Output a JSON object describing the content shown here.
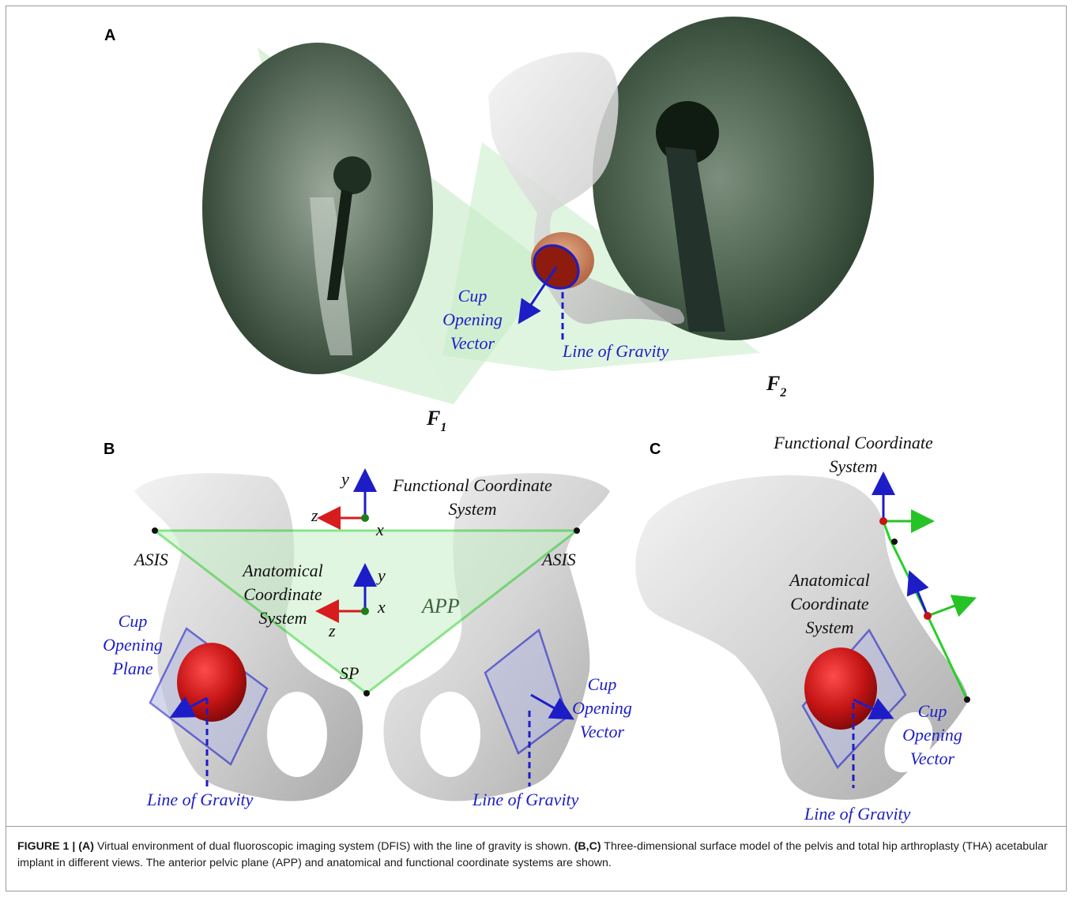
{
  "panels": {
    "a": {
      "letter": "A",
      "cup_vector_label": [
        "Cup",
        "Opening",
        "Vector"
      ],
      "gravity_label": "Line of Gravity",
      "f1_label": "F",
      "f1_sub": "1",
      "f2_label": "F",
      "f2_sub": "2"
    },
    "b": {
      "letter": "B",
      "functional_label": [
        "Functional Coordinate",
        "System"
      ],
      "anatomical_label": [
        "Anatomical",
        "Coordinate",
        "System"
      ],
      "asis_left": "ASIS",
      "asis_right": "ASIS",
      "app_label": "APP",
      "sp_label": "SP",
      "cup_plane_label": [
        "Cup",
        "Opening",
        "Plane"
      ],
      "cup_vector_label": [
        "Cup",
        "Opening",
        "Vector"
      ],
      "gravity_left": "Line of Gravity",
      "gravity_right": "Line of Gravity",
      "axis_y": "y",
      "axis_z": "z",
      "axis_x": "x"
    },
    "c": {
      "letter": "C",
      "functional_label": [
        "Functional Coordinate",
        "System"
      ],
      "anatomical_label": [
        "Anatomical",
        "Coordinate",
        "System"
      ],
      "cup_vector_label": [
        "Cup",
        "Opening",
        "Vector"
      ],
      "gravity_label": "Line of Gravity"
    }
  },
  "caption": {
    "figure_label": "FIGURE 1 |",
    "a_tag": "(A)",
    "a_text": " Virtual environment of dual fluoroscopic imaging system (DFIS) with the line of gravity is shown. ",
    "bc_tag": "(B,C)",
    "bc_text": " Three-dimensional surface model of the pelvis and total hip arthroplasty (THA) acetabular implant in different views. The anterior pelvic plane (APP) and anatomical and functional coordinate systems are shown."
  },
  "colors": {
    "label_blue": "#1d1dc8",
    "xray_green": "#3f5a44",
    "beam_green": "#bfe8bf",
    "app_green": "#27d027",
    "cup_red": "#c41414",
    "bone_gray": "#d9d9d9"
  }
}
